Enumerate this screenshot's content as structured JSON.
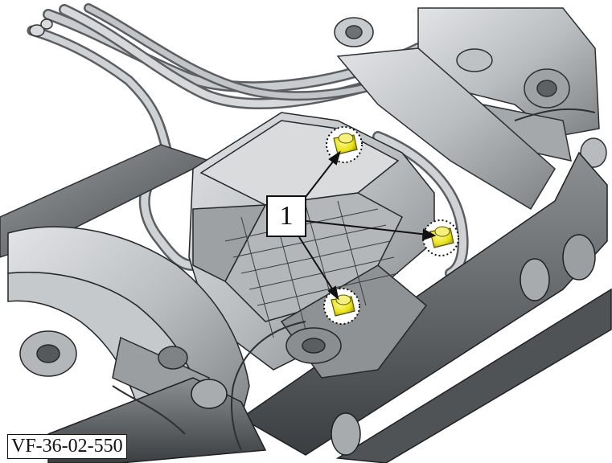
{
  "figure": {
    "id_label": "VF-36-02-550",
    "callout_number": "1",
    "colors": {
      "background": "#ffffff",
      "metal_light": "#cfd2d4",
      "metal_mid": "#a9adb0",
      "metal_dark": "#55595c",
      "line": "#111111",
      "highlight": "#e8e21a"
    },
    "highlighted_parts": [
      "bolt-1",
      "bolt-2",
      "bolt-3"
    ]
  }
}
